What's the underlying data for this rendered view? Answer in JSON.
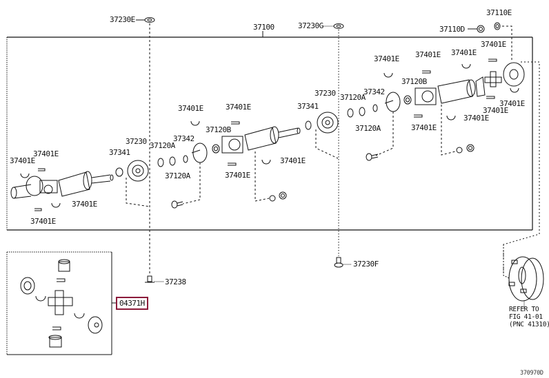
{
  "diagram": {
    "main_assembly_label": "37100",
    "labels": {
      "l37230E": "37230E",
      "l37230G": "37230G",
      "l37110E": "37110E",
      "l37110D": "37110D",
      "l37401E_a": "37401E",
      "l37401E_b": "37401E",
      "l37401E_c": "37401E",
      "l37401E_d": "37401E",
      "l37401E_e": "37401E",
      "l37401E_f": "37401E",
      "l37401E_g": "37401E",
      "l37401E_h": "37401E",
      "l37401E_i": "37401E",
      "l37401E_j": "37401E",
      "l37401E_k": "37401E",
      "l37401E_l": "37401E",
      "l37401E_m": "37401E",
      "l37401E_n": "37401E",
      "l37401E_o": "37401E",
      "l37120B_a": "37120B",
      "l37120B_b": "37120B",
      "l37230_a": "37230",
      "l37230_b": "37230",
      "l37341_a": "37341",
      "l37341_b": "37341",
      "l37342_a": "37342",
      "l37342_b": "37342",
      "l37120A_a": "37120A",
      "l37120A_b": "37120A",
      "l37120A_c": "37120A",
      "l37120A_d": "37120A",
      "l37238": "37238",
      "l37230F": "37230F"
    },
    "highlighted_part": "04371H",
    "reference_note": "REFER TO\nFIG 41-01\n(PNC 41310)",
    "figure_code": "370970D",
    "accent_color": "#8b1a3a"
  }
}
